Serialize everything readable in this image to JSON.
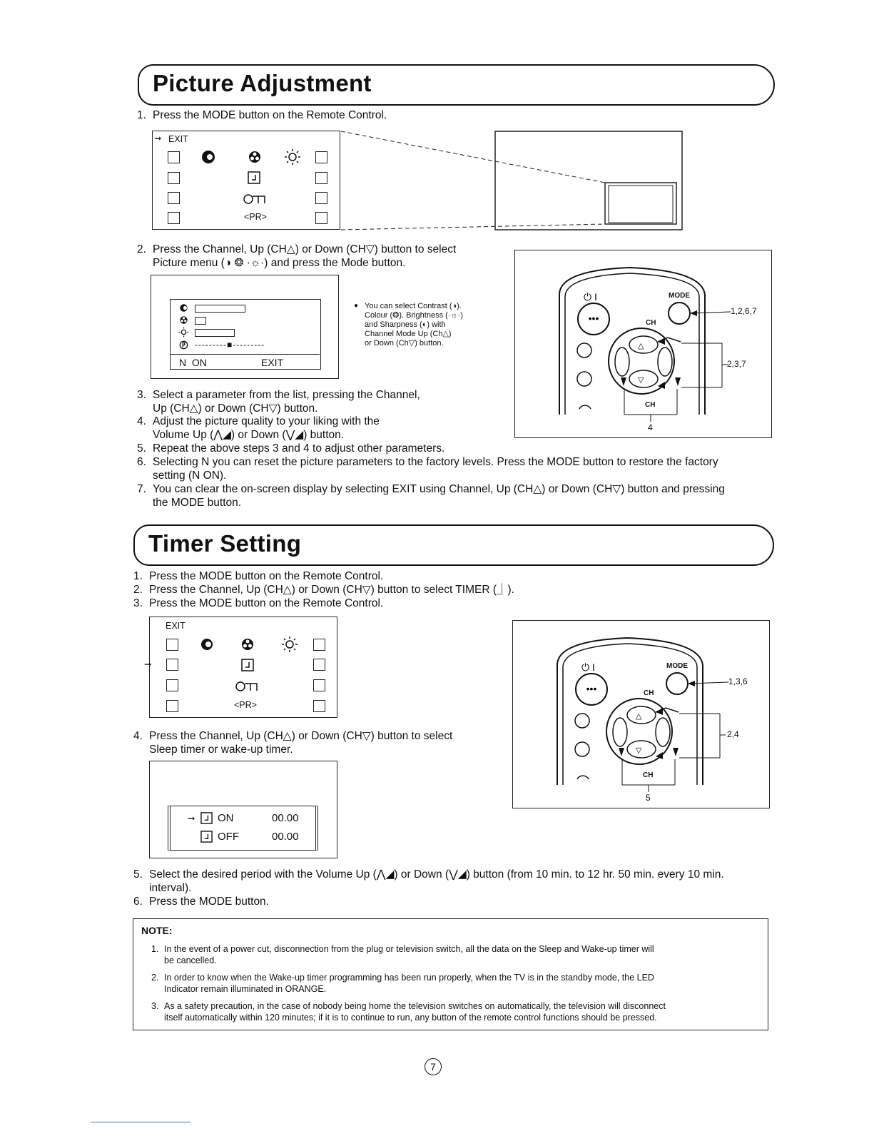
{
  "picture": {
    "title": "Picture Adjustment",
    "step1": {
      "num": "1.",
      "text": "Press the MODE button on the Remote Control."
    },
    "menu": {
      "exit": "EXIT",
      "pr": "<PR>"
    },
    "step2": {
      "num": "2.",
      "line1": "Press the Channel, Up (CH△) or Down (CH▽) button to select",
      "line2": "Picture menu (◑ ❂ ·☼·) and press the Mode button."
    },
    "picmenu": {
      "n_on": "N  ON",
      "exit": "EXIT",
      "dots": "---------■---------"
    },
    "bullet": {
      "l1": "You can select Contrast (◑).",
      "l2": "Colour (❂). Brightness (·☼·)",
      "l3": "and Sharpness (◐) with",
      "l4": "Channel Mode Up (Ch△)",
      "l5": "or Down (Ch▽) button."
    },
    "step3": {
      "num": "3.",
      "line1": "Select a parameter from the list, pressing the Channel,",
      "line2": "Up (CH△) or Down (CH▽) button."
    },
    "step4": {
      "num": "4.",
      "line1": "Adjust the picture quality to your liking with the",
      "line2": "Volume Up (⋀◢) or Down (⋁◢) button."
    },
    "step5": {
      "num": "5.",
      "text": "Repeat the above steps 3 and 4 to adjust other parameters."
    },
    "step6": {
      "num": "6.",
      "line1": "Selecting N you can reset the picture parameters to the factory levels. Press the MODE button to restore the factory",
      "line2": "setting (N ON)."
    },
    "step7": {
      "num": "7.",
      "line1": "You can clear the on-screen display by selecting EXIT using Channel, Up (CH△) or Down (CH▽) button and pressing",
      "line2": "the MODE button."
    },
    "remote": {
      "mode": "MODE",
      "ch": "CH",
      "ch_bottom": "CH",
      "callout1": "1,2,6,7",
      "callout2": "2,3,7",
      "callout3": "4"
    }
  },
  "timer": {
    "title": "Timer Setting",
    "step1": {
      "num": "1.",
      "text": "Press the MODE button on the Remote Control."
    },
    "step2": {
      "num": "2.",
      "text": "Press the Channel, Up (CH△) or Down (CH▽) button to select TIMER (⏌)."
    },
    "step3": {
      "num": "3.",
      "text": "Press the MODE button on the Remote Control."
    },
    "menu": {
      "exit": "EXIT",
      "pr": "<PR>"
    },
    "step4": {
      "num": "4.",
      "line1": "Press the Channel, Up (CH△) or Down (CH▽) button to select",
      "line2": "Sleep timer or wake-up timer."
    },
    "timerbox": {
      "on_label": "ON",
      "on_time": "00.00",
      "off_label": "OFF",
      "off_time": "00.00"
    },
    "step5": {
      "num": "5.",
      "line1": "Select the desired period with the Volume Up (⋀◢) or Down (⋁◢) button (from 10 min. to 12 hr. 50 min. every 10 min.",
      "line2": "interval)."
    },
    "step6": {
      "num": "6.",
      "text": "Press the MODE button."
    },
    "remote": {
      "mode": "MODE",
      "ch": "CH",
      "ch_bottom": "CH",
      "callout1": "1,3,6",
      "callout2": "2,4",
      "callout3": "5"
    }
  },
  "note": {
    "heading": "NOTE:",
    "items": [
      {
        "num": "1.",
        "line1": "In the event of a power cut, disconnection from the plug or television switch, all the data on the Sleep and Wake-up timer will",
        "line2": "be cancelled."
      },
      {
        "num": "2.",
        "line1": "In order to know when the Wake-up timer programming has been run properly, when the TV is in the standby mode, the LED",
        "line2": "Indicator remain illuminated in ORANGE."
      },
      {
        "num": "3.",
        "line1": "As a safety precaution, in the case of nobody being home the television switches on automatically, the television will disconnect",
        "line2": "itself automatically within 120 minutes; if it is to continue to run, any button of the remote control functions should be pressed."
      }
    ]
  },
  "page_number": "7"
}
